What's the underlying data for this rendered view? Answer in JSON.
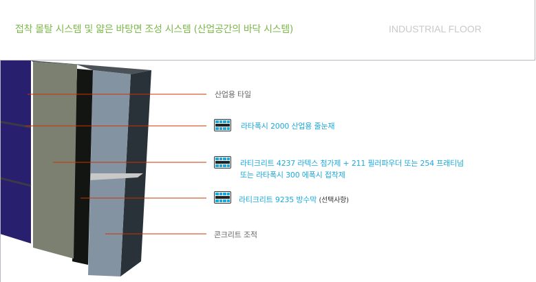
{
  "header": {
    "title": "접착 몰탈 시스템 및 얇은 바탕면 조성 시스템 (산업공간의 바닥 시스템)",
    "subtitle": "INDUSTRIAL FLOOR"
  },
  "labels": [
    {
      "text": "산업용 타일"
    },
    {
      "text": "라타폭시 2000 산업용 줄눈재",
      "icon": "laticrete-product-icon"
    },
    {
      "text": "라티크리트 4237 라텍스 첨가제 + 211 필러파우더 또는 254 프래티넘",
      "text2": "또는 라타폭시 300 에폭시 접착제",
      "icon": "laticrete-product-icon"
    },
    {
      "text": "라티크리트 9235 방수막",
      "note": "(선택사항)",
      "icon": "laticrete-product-icon"
    },
    {
      "text": "콘크리트 조적"
    }
  ],
  "colors": {
    "title": "#7cb84a",
    "product": "#1aa9dc",
    "leader": "#cc3300"
  }
}
